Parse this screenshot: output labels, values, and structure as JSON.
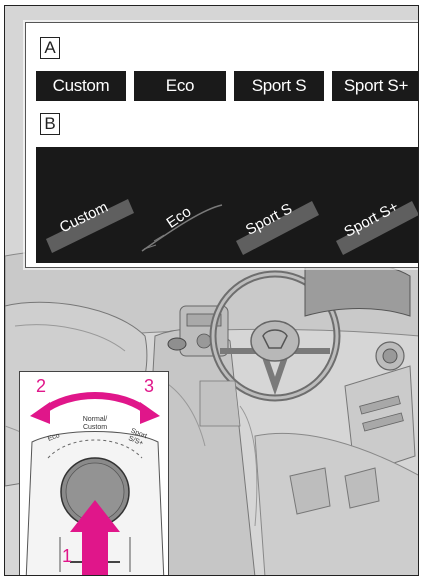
{
  "labels": {
    "a": "A",
    "b": "B"
  },
  "mode_buttons": [
    "Custom",
    "Eco",
    "Sport S",
    "Sport S+"
  ],
  "display_labels": [
    "Custom",
    "Eco",
    "Sport S",
    "Sport S+"
  ],
  "dial": {
    "top_label": "Normal/ Custom",
    "left_label": "Eco",
    "right_label": "Sport S/S+",
    "steps": [
      "1",
      "2",
      "3"
    ]
  },
  "colors": {
    "arrow": "#e0168a",
    "panel": "#1a1a1a",
    "dial": "#8a8a8a"
  }
}
